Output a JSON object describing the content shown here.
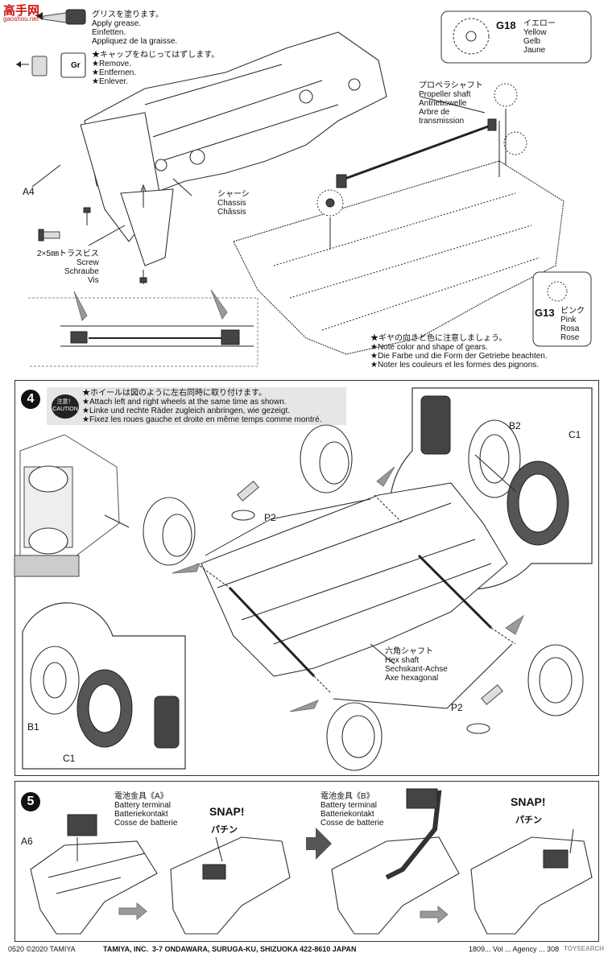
{
  "brand_mark": {
    "logo_text": "高手网",
    "site": "gaoshou.net"
  },
  "step3": {
    "grease_note": "グリスを塗ります。\nApply grease.\nEinfetten.\nAppliquez de la graisse.",
    "cap_note": "★キャップをねじってはずします。\n★Remove.\n★Entfernen.\n★Enlever.",
    "tube_label": "Gr",
    "part_a4": "A4",
    "screw_label": "2×5㎜トラスビス\nScrew\nSchraube\nVis",
    "chassis_label": "シャーシ\nChassis\nChâssis",
    "shaft_label": "プロペラシャフト\nPropeller shaft\nAntriebswelle\nArbre de\ntransmission",
    "g18_code": "G18",
    "g18_colors": "イエロー\nYellow\nGelb\nJaune",
    "g13_code": "G13",
    "g13_colors": "ピンク\nPink\nRosa\nRose",
    "gear_note": "★ギヤの向きと色に注意しましょう。\n★Note color and shape of gears.\n★Die Farbe und die Form der Getriebe beachten.\n★Noter les couleurs et les formes des pignons."
  },
  "step4": {
    "number": "4",
    "caution": "注意！\nCAUTION",
    "note": "★ホイールは図のように左右同時に取り付けます。\n★Attach left and right wheels at the same time as shown.\n★Linke und rechte Räder zugleich anbringen, wie gezeigt.\n★Fixez les roues gauche et droite en même temps comme montré.",
    "b2": "B2",
    "c1_top": "C1",
    "p2_top": "P2",
    "hex_label": "六角シャフト\nHex shaft\nSechskant-Achse\nAxe hexagonal",
    "p2_bottom": "P2",
    "b1": "B1",
    "c1_bottom": "C1"
  },
  "step5": {
    "number": "5",
    "term_a": "電池金具《A》\nBattery terminal\nBatteriekontakt\nCosse de batterie",
    "term_b": "電池金具《B》\nBattery terminal\nBatteriekontakt\nCosse de batterie",
    "a6": "A6",
    "snap1": "SNAP!",
    "snap1_jp": "パチン",
    "snap2": "SNAP!",
    "snap2_jp": "パチン"
  },
  "footer": {
    "left": "0520 ©2020 TAMIYA",
    "center": "TAMIYA, INC.  3-7 ONDAWARA, SURUGA-KU, SHIZUOKA 422-8610 JAPAN",
    "right": "1809... Vol ... Agency ... 308",
    "watermark": "TOYSEARCH"
  }
}
